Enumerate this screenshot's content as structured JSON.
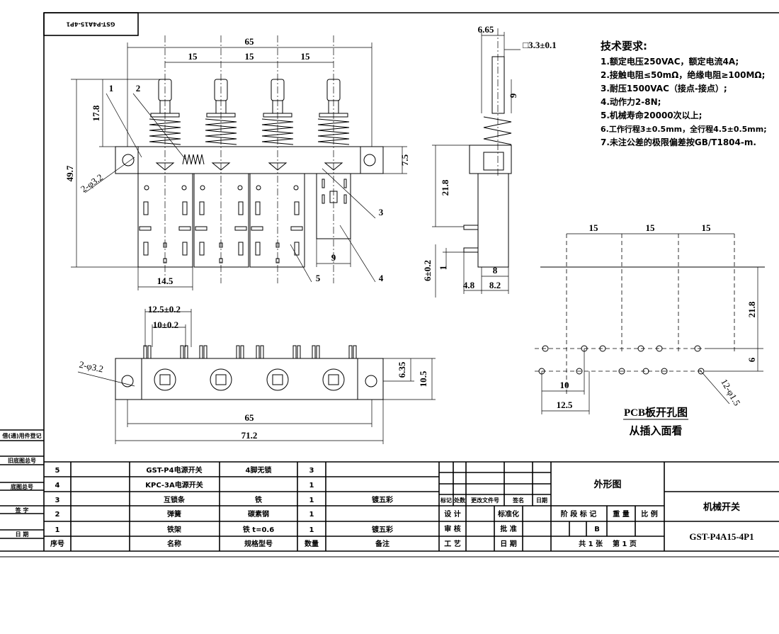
{
  "drawing": {
    "corner_code": "GST-P4A15-4P1",
    "front_view": {
      "dims": {
        "overall": "65",
        "pitch1": "15",
        "pitch2": "15",
        "pitch3": "15",
        "height": "49.7",
        "plunger": "17.8",
        "bracket": "7.5",
        "body_width": "14.5",
        "body4_width": "9",
        "holes": "2-φ3.2"
      },
      "callouts": [
        "1",
        "2",
        "3",
        "4",
        "5"
      ]
    },
    "side_view": {
      "dims": {
        "width": "6.65",
        "square": "□3.3±0.1",
        "top": "9",
        "height": "21.8",
        "pin": "6±0.2",
        "pin_gap": "1",
        "d8": "8",
        "d48": "4.8",
        "d82": "8.2"
      }
    },
    "bottom_view": {
      "dims": {
        "d125": "12.5±0.2",
        "d10": "10±0.2",
        "d635": "6.35",
        "d105": "10.5",
        "d65": "65",
        "d712": "71.2",
        "holes": "2-φ3.2"
      }
    },
    "pcb": {
      "pitch1": "15",
      "pitch2": "15",
      "pitch3": "15",
      "d218": "21.8",
      "d6": "6",
      "d10": "10",
      "d125": "12.5",
      "holes": "12-φ1.5",
      "title": "PCB板开孔图",
      "subtitle": "从插入面看"
    }
  },
  "requirements": {
    "title": "技术要求:",
    "items": [
      "1.额定电压250VAC，额定电流4A;",
      "2.接触电阻≤50mΩ，绝缘电阻≥100MΩ;",
      "3.耐压1500VAC（接点-接点）;",
      "4.动作力2-8N;",
      "5.机械寿命20000次以上;",
      "6.工作行程3±0.5mm，全行程4.5±0.5mm;",
      "7.未注公差的极限偏差按GB/T1804-m."
    ]
  },
  "sidebar": [
    "借(通)用件登记",
    "旧底图总号",
    "底图总号",
    "签  字",
    "日  期"
  ],
  "parts": {
    "rows": [
      {
        "no": "5",
        "name": "GST-P4电源开关",
        "spec": "4脚无锁",
        "qty": "3",
        "note": ""
      },
      {
        "no": "4",
        "name": "KPC-3A电源开关",
        "spec": "",
        "qty": "1",
        "note": ""
      },
      {
        "no": "3",
        "name": "互锁条",
        "spec": "铁",
        "qty": "1",
        "note": "镀五彩"
      },
      {
        "no": "2",
        "name": "弹簧",
        "spec": "碳素钢",
        "qty": "1",
        "note": ""
      },
      {
        "no": "1",
        "name": "铁架",
        "spec": "铁 t=0.6",
        "qty": "1",
        "note": "镀五彩"
      }
    ],
    "headers": {
      "no": "序号",
      "name": "名称",
      "spec": "规格型号",
      "qty": "数量",
      "note": "备注"
    }
  },
  "title_block": {
    "rev_headers": [
      "标记",
      "处数",
      "更改文件号",
      "签名",
      "日期"
    ],
    "design": "设 计",
    "standard": "标准化",
    "check": "审 核",
    "approve": "批 准",
    "process": "工 艺",
    "date": "日 期",
    "drawing_name": "外形图",
    "stage": "阶 段 标 记",
    "weight": "重 量",
    "scale": "比 例",
    "stage_mark": "B",
    "sheets": "共 1 张    第 1 页",
    "product": "机械开关",
    "code": "GST-P4A15-4P1"
  }
}
